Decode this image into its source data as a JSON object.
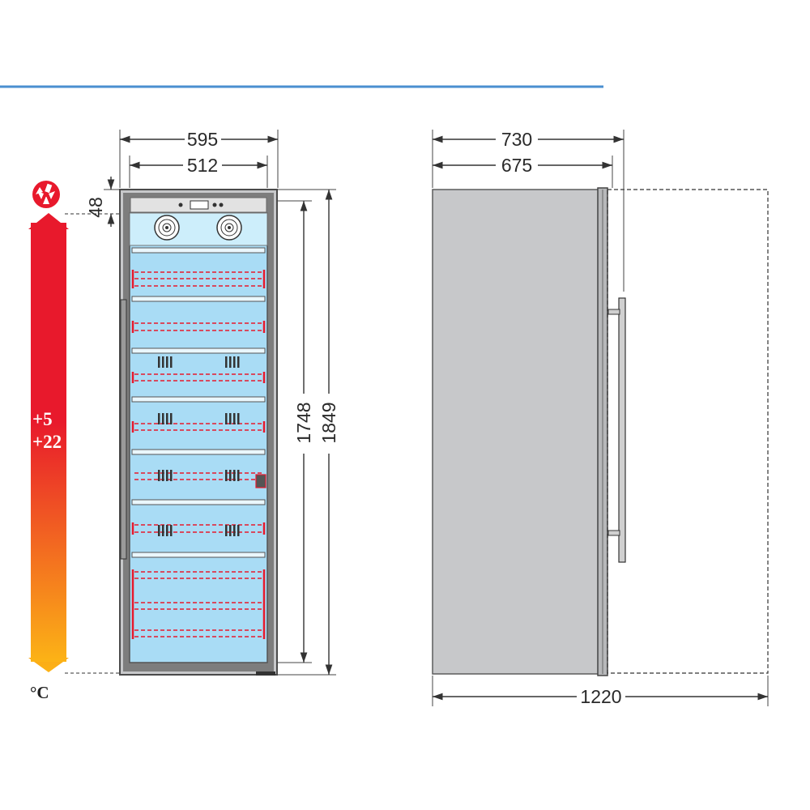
{
  "colors": {
    "header_rule": "#4a8fd0",
    "gradient_top": "#e8192c",
    "gradient_bottom": "#fcb316",
    "glass": "#a9dcf5",
    "glass_light": "#cdeefb",
    "cabinet_side": "#c7c8ca",
    "frame": "#5c5c5c",
    "shelf_lights": "#e8192c"
  },
  "icons": {
    "climate": "snowflake-sun-icon"
  },
  "temperature": {
    "min": "+5",
    "max": "+22",
    "unit": "°C"
  },
  "front_view": {
    "width_outer": "595",
    "width_inner": "512",
    "top_offset": "48",
    "height_inner": "1748",
    "height_outer": "1849"
  },
  "side_view": {
    "depth_outer": "730",
    "depth_body": "675",
    "depth_door_open": "1220"
  }
}
